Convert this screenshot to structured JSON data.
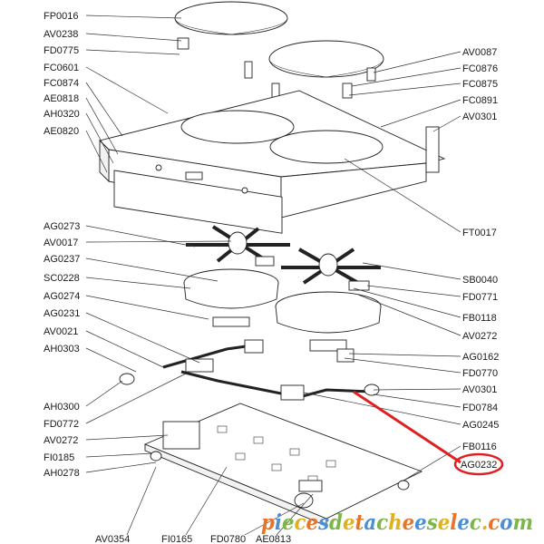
{
  "left_labels": [
    {
      "id": "fp0016",
      "text": "FP0016"
    },
    {
      "id": "av0238",
      "text": "AV0238"
    },
    {
      "id": "fd0775",
      "text": "FD0775"
    },
    {
      "id": "fc0601",
      "text": "FC0601"
    },
    {
      "id": "fc0874",
      "text": "FC0874"
    },
    {
      "id": "ae0818",
      "text": "AE0818"
    },
    {
      "id": "ah0320",
      "text": "AH0320"
    },
    {
      "id": "ae0820",
      "text": "AE0820"
    },
    {
      "id": "ag0273",
      "text": "AG0273"
    },
    {
      "id": "av0017",
      "text": "AV0017"
    },
    {
      "id": "ag0237",
      "text": "AG0237"
    },
    {
      "id": "sc0228",
      "text": "SC0228"
    },
    {
      "id": "ag0274",
      "text": "AG0274"
    },
    {
      "id": "ag0231",
      "text": "AG0231"
    },
    {
      "id": "av0021",
      "text": "AV0021"
    },
    {
      "id": "ah0303",
      "text": "AH0303"
    },
    {
      "id": "ah0300",
      "text": "AH0300"
    },
    {
      "id": "fd0772",
      "text": "FD0772"
    },
    {
      "id": "av0272l",
      "text": "AV0272"
    },
    {
      "id": "fi0185",
      "text": "FI0185"
    },
    {
      "id": "ah0278",
      "text": "AH0278"
    }
  ],
  "right_labels": [
    {
      "id": "av0087",
      "text": "AV0087"
    },
    {
      "id": "fc0876",
      "text": "FC0876"
    },
    {
      "id": "fc0875",
      "text": "FC0875"
    },
    {
      "id": "fc0891",
      "text": "FC0891"
    },
    {
      "id": "av0301a",
      "text": "AV0301"
    },
    {
      "id": "ft0017",
      "text": "FT0017"
    },
    {
      "id": "sb0040",
      "text": "SB0040"
    },
    {
      "id": "fd0771",
      "text": "FD0771"
    },
    {
      "id": "fb0118",
      "text": "FB0118"
    },
    {
      "id": "av0272r",
      "text": "AV0272"
    },
    {
      "id": "ag0162",
      "text": "AG0162"
    },
    {
      "id": "fd0770",
      "text": "FD0770"
    },
    {
      "id": "av0301b",
      "text": "AV0301"
    },
    {
      "id": "fd0784",
      "text": "FD0784"
    },
    {
      "id": "ag0245",
      "text": "AG0245"
    },
    {
      "id": "fb0116",
      "text": "FB0116"
    },
    {
      "id": "ag0232",
      "text": "AG0232"
    }
  ],
  "bottom_labels": [
    {
      "id": "av0354",
      "text": "AV0354"
    },
    {
      "id": "fi0165",
      "text": "FI0165"
    },
    {
      "id": "fd0780",
      "text": "FD0780"
    },
    {
      "id": "ae0813",
      "text": "AE0813"
    }
  ],
  "highlight": {
    "part": "AG0232",
    "color": "#e02020"
  },
  "watermark": {
    "text": "piecesdetacheeselec.com",
    "colors": [
      "#e8742a",
      "#4a8fd6",
      "#7ab648",
      "#e0b020"
    ]
  }
}
